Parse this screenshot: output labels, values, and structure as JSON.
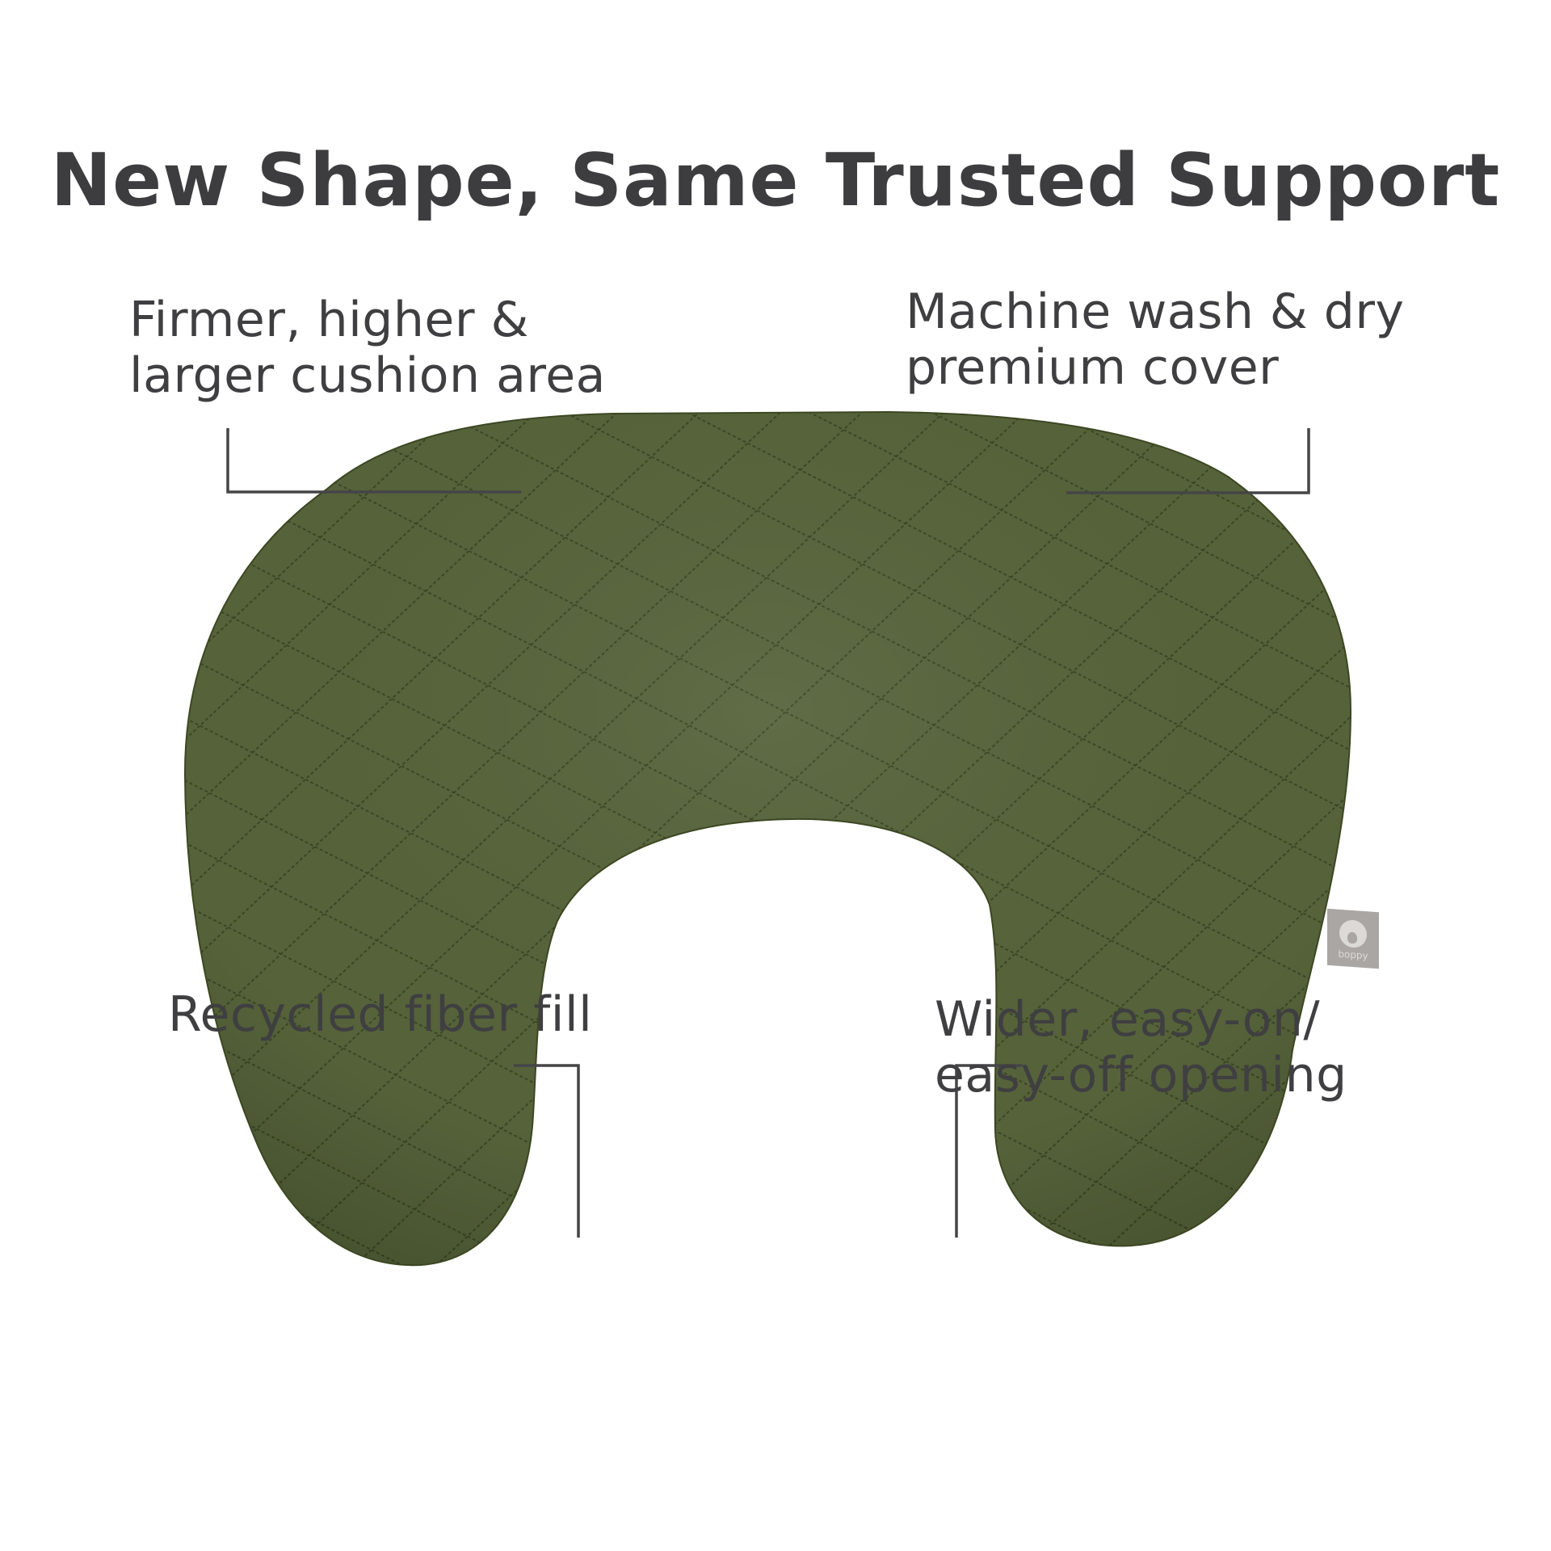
{
  "title": "New Shape, Same Trusted Support",
  "callouts": {
    "top_left": {
      "lines": [
        "Firmer, higher &",
        "larger cushion area"
      ]
    },
    "top_right": {
      "lines": [
        "Machine wash & dry",
        "premium cover"
      ]
    },
    "bottom_left": {
      "lines": [
        "Recycled fiber fill"
      ]
    },
    "bottom_right": {
      "lines": [
        "Wider, easy-on/",
        "easy-off opening"
      ]
    }
  },
  "product": {
    "name": "nursing pillow",
    "color": "#56633a",
    "stitch_color": "#2f3a1c",
    "tag_brand": "boppy"
  },
  "colors": {
    "text": "#3f3f41",
    "leader_line": "#454547",
    "background": "#ffffff"
  }
}
